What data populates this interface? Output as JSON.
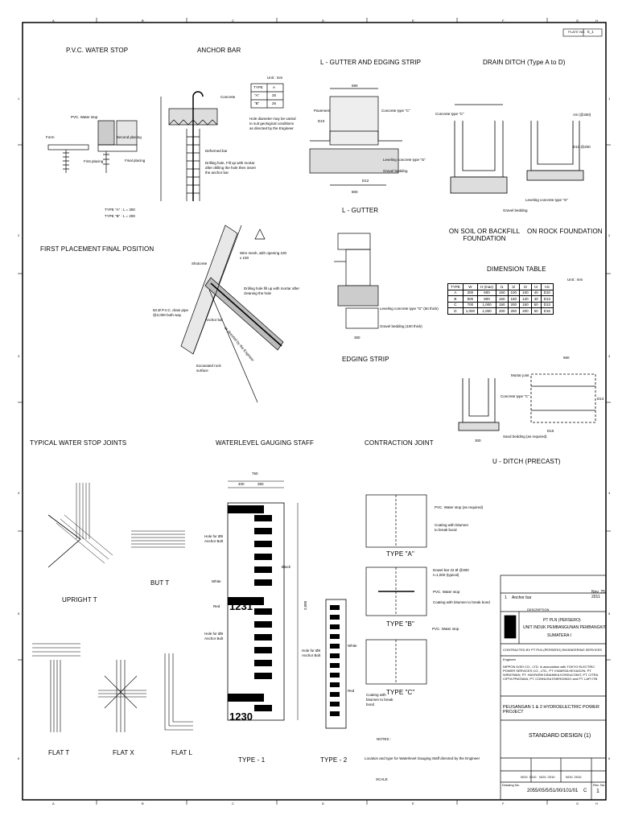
{
  "sheet": {
    "col_marks": [
      "A",
      "B",
      "C",
      "D",
      "E",
      "F",
      "G",
      "H"
    ],
    "row_marks": [
      "1",
      "2",
      "3",
      "4",
      "5",
      "6"
    ],
    "plate_label": "PLATE NO.",
    "plate_value": "6_1"
  },
  "titles": {
    "pvc": "P.V.C. WATER STOP",
    "anchor": "ANCHOR BAR",
    "lgutter_edge": "L - GUTTER AND EDGING STRIP",
    "drain": "DRAIN DITCH (Type A to D)",
    "lgutter": "L - GUTTER",
    "soil": "ON SOIL OR BACKFILL FOUNDATION",
    "rock": "ON ROCK FOUNDATION",
    "first": "FIRST PLACEMENT",
    "final": "FINAL POSITION",
    "dimtable": "DIMENSION TABLE",
    "edging": "EDGING STRIP",
    "tws": "TYPICAL WATER STOP JOINTS",
    "wgs": "WATERLEVEL GAUGING STAFF",
    "cj": "CONTRACTION JOINT",
    "uditch": "U - DITCH (PRECAST)",
    "upright": "UPRIGHT T",
    "butt": "BUT T",
    "flatt": "FLAT T",
    "flatx": "FLAT X",
    "flatl": "FLAT L",
    "type1": "TYPE - 1",
    "type2": "TYPE - 2",
    "typeA": "TYPE \"A\"",
    "typeB": "TYPE \"B\"",
    "typeC": "TYPE \"C\""
  },
  "pvc_notes": {
    "waterstop": "PVC. Water stop",
    "second": "Second placing",
    "form": "Form",
    "first_placing": "First placing",
    "final_placing": "Final placing",
    "typeA": "TYPE \"A\"  : L = 300",
    "typeB": "TYPE \"B\"  : L = 200"
  },
  "anchor_notes": {
    "unit": "Unit : mm",
    "col_type": "TYPE",
    "col_a": "A",
    "row1_type": "\"A\"",
    "row1_val": "25",
    "row2_type": "\"B\"",
    "row2_val": "25",
    "concrete": "Concrete",
    "hole": "Hole diameter may be varied to suit geological conditions as directed by the Engineer.",
    "deformed": "Deformed bar",
    "drilling": "Drilling hole, Fill up with mortar after drilling the hole then insert the anchor bar",
    "wire": "Wire mesh, with opening 100 x 100",
    "shotcrete": "Shotcrete",
    "drill_fill": "Drilling hole fill up with mortar after cleaning the hole",
    "pipe": "50 Ø P.V.C. drain pipe @2,000 both way",
    "anchor_bar": "Anchor bar",
    "excavated": "Excavated rock surface",
    "directed": "as directed by the Engineer"
  },
  "gutter_notes": {
    "pavement": "Pavement",
    "concrete_c": "Concrete type \"C\"",
    "leveling": "Leveling concrete type \"G\"",
    "gravel": "Gravel bedding",
    "d10": "D10",
    "d12": "D12",
    "dim_590": "590",
    "dim_800": "800",
    "dim_350": "350",
    "lev_50": "Leveling concrete type \"G\" (50 thick)",
    "grav_100": "Gravel bedding (100 thick)"
  },
  "drain_notes": {
    "concrete_c": "Concrete type \"C\"",
    "as250": "AS (@250)",
    "d10": "D10 @200",
    "leveling": "Leveling concrete type \"G\"",
    "gravel": "Gravel bedding"
  },
  "dim_table": {
    "unit": "Unit : mm",
    "headers": [
      "TYPE",
      "W",
      "H (max)",
      "t1",
      "t2",
      "t3",
      "t4",
      "AS"
    ],
    "rows": [
      [
        "A",
        "300",
        "600",
        "150",
        "100",
        "100",
        "40",
        "D10"
      ],
      [
        "B",
        "500",
        "800",
        "150",
        "150",
        "120",
        "40",
        "D13"
      ],
      [
        "C",
        "700",
        "1,000",
        "150",
        "200",
        "150",
        "50",
        "D13"
      ],
      [
        "D",
        "1,000",
        "1,000",
        "200",
        "250",
        "200",
        "50",
        "D16"
      ]
    ]
  },
  "udit_notes": {
    "mortar": "Mortar joint",
    "concrete": "Concrete type \"C\"",
    "sand": "Sand bedding (as required)",
    "d13": "D13",
    "d10": "D10",
    "dim_560": "560",
    "dim_300": "300"
  },
  "gauge": {
    "dim_750": "750",
    "dim_400": "400",
    "dim_350": "350",
    "dim_2000": "2,000",
    "hole_note": "Hole for Ø8 Anchor Bolt",
    "white": "White",
    "red": "Red",
    "black": "Black",
    "num1": "1231",
    "num2": "1230"
  },
  "cj_notes": {
    "pvc_req": "PVC. Water stop (as required)",
    "coating": "Coating with bitumen to break bond",
    "dowel": "Dowel bar 22 Ø @300  ℓ=1,000 (typical)",
    "pvc": "PVC. Water stop",
    "coat_b": "Coating with bitumen to break bond",
    "coat_c": "Coating with bitumen to break bond"
  },
  "notes": {
    "label": "NOTES :",
    "text": "Location and type for Waterlevel Gauging Staff directed by the Engineer",
    "scale": "SCALE"
  },
  "titleblock": {
    "rev_no": "1",
    "rev_desc": "Anchor bar",
    "rev_date": "Nov. 25 2011",
    "rev_head": "DESCRIPTION",
    "owner1": "PT PLN (PERSERO)",
    "owner2": "UNIT INDUK PEMBANGUNAN PEMBANGKIT",
    "owner3": "SUMATERA I",
    "consult_head": "CONTRACTED BY PT PLN (PERSERO) ENGINEERING SERVICES",
    "engineer_label": "Engineer",
    "engineer": "NIPPON KOEI CO., LTD. in association with TOKYO ELECTRIC POWER SERVICES CO., LTD., PT. KWARSA HEXAGON, PT. WIRATMAN, PT. HASFARM DINAMIKA KONSULTANT, PT. CITRA CIPTA PRATAMA, PT. CONNUSA ENERGINDO and PT. LAPI ITB",
    "project": "PEUSANGAN 1 & 2 HYDROELECTRIC POWER PROJECT",
    "title": "STANDARD DESIGN (1)",
    "date1": "NOV. 2010",
    "date2": "NOV. 2010",
    "date3": "NOV. 2010",
    "drawing_label": "Drawing No.",
    "drawing_no": "2055/05/5/51/00/101/01",
    "rev_letter": "C",
    "sheet_label": "Rev. No.",
    "sheet_no": "1"
  }
}
